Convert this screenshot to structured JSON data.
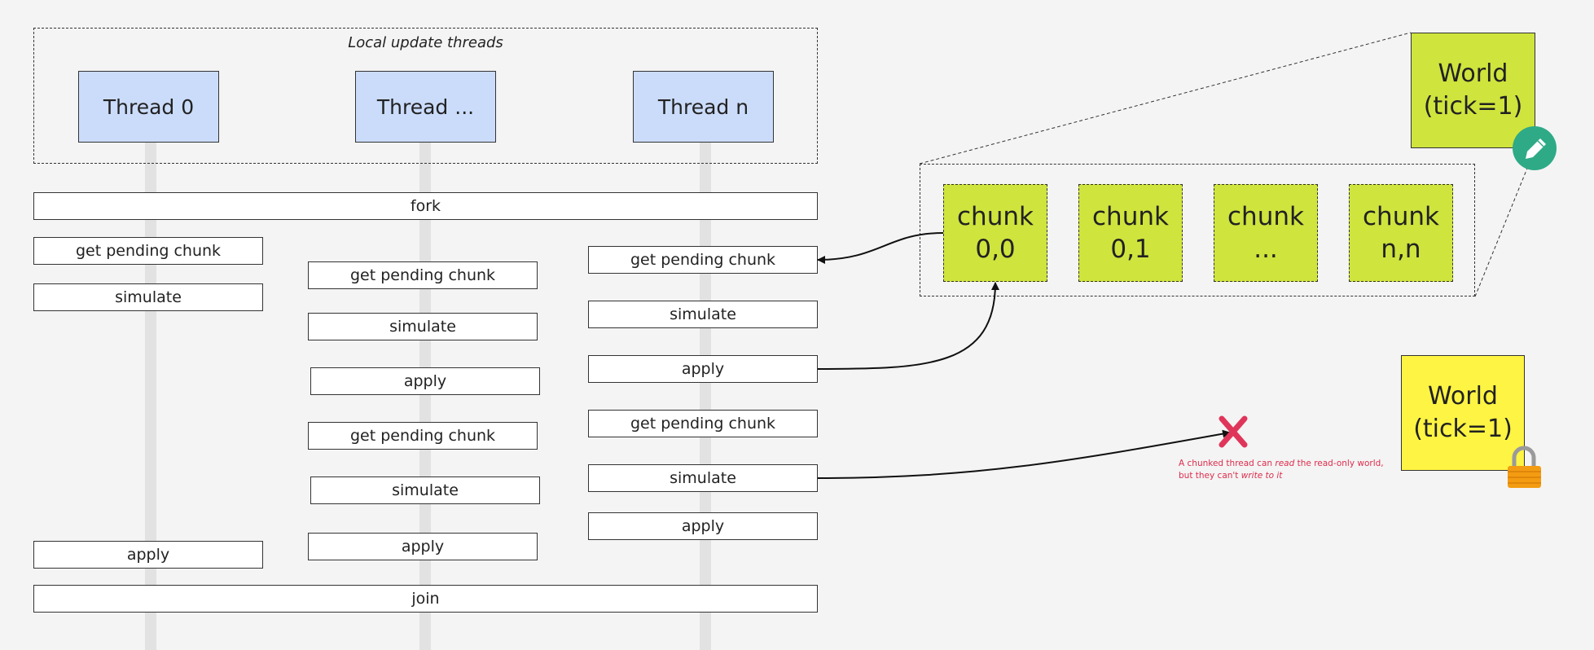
{
  "group": {
    "title": "Local update threads"
  },
  "threads": [
    {
      "label": "Thread 0"
    },
    {
      "label": "Thread ..."
    },
    {
      "label": "Thread n"
    }
  ],
  "sync": {
    "fork": "fork",
    "join": "join"
  },
  "steps": {
    "t0": [
      "get pending chunk",
      "simulate",
      "apply"
    ],
    "t1": [
      "get pending chunk",
      "simulate",
      "apply",
      "get pending chunk",
      "simulate",
      "apply"
    ],
    "tn": [
      "get pending chunk",
      "simulate",
      "apply",
      "get pending chunk",
      "simulate",
      "apply"
    ]
  },
  "world_writable": {
    "line1": "World",
    "line2": "(tick=1)",
    "badge_icon": "pencil-icon"
  },
  "world_readonly": {
    "line1": "World",
    "line2": "(tick=1)",
    "badge_icon": "lock-icon"
  },
  "chunks": [
    {
      "line1": "chunk",
      "line2": "0,0"
    },
    {
      "line1": "chunk",
      "line2": "0,1"
    },
    {
      "line1": "chunk",
      "line2": "..."
    },
    {
      "line1": "chunk",
      "line2": "n,n"
    }
  ],
  "note": {
    "part1": "A chunked thread can ",
    "em1": "read",
    "part2": " the read-only world,",
    "part3": "but they can't ",
    "em2": "write to it"
  },
  "colors": {
    "thread_fill": "#cbdcfb",
    "chunk_fill": "#cfe43d",
    "world_readonly_fill": "#fef443",
    "pencil_badge": "#2eaa86",
    "cross": "#e0355a",
    "lock": "#f39c12"
  }
}
